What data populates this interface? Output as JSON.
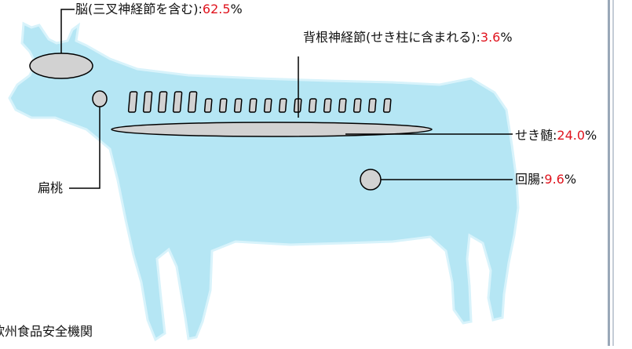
{
  "labels": {
    "brain": {
      "name": "脳(三叉神経節を含む)",
      "sep": ":",
      "value": "62.5",
      "unit": "%"
    },
    "drg": {
      "name": "背根神経節(せき柱に含まれる)",
      "sep": ":",
      "value": "3.6",
      "unit": "%"
    },
    "spinal_cord": {
      "name": "せき髄",
      "sep": ":",
      "value": "24.0",
      "unit": "%"
    },
    "ileum": {
      "name": "回腸",
      "sep": ":",
      "value": "9.6",
      "unit": "%"
    },
    "tonsil": {
      "name": "扁桃"
    }
  },
  "source": "欧州食品安全機関",
  "colors": {
    "cow_fill": "#b5e6f4",
    "cow_edge": "#d8f3fb",
    "organ_fill": "#d2d2d2",
    "percent_value": "#e0141e",
    "line": "#000000"
  }
}
